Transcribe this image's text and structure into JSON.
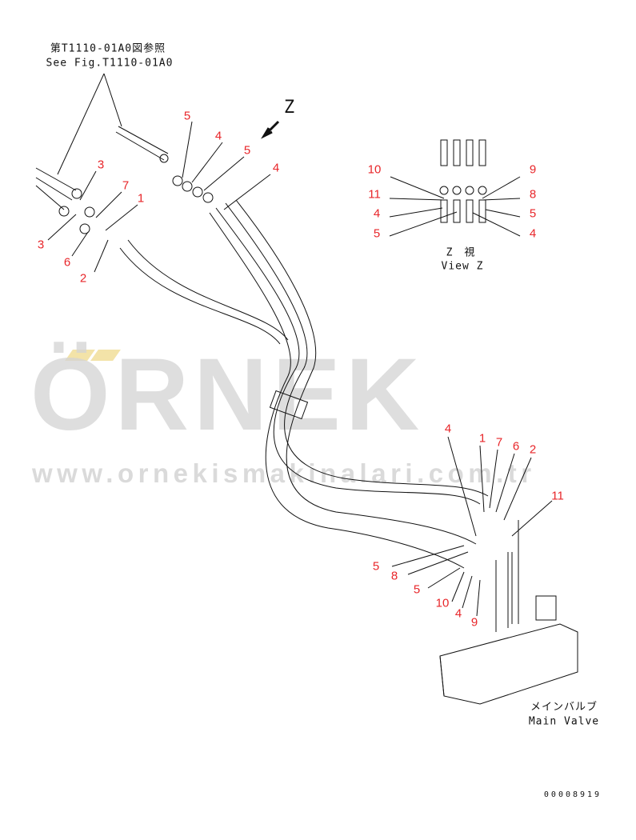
{
  "reference_note": {
    "jp": "第T1110-01A0図参照",
    "en": "See Fig.T1110-01A0"
  },
  "view_marker": "Z",
  "view_z_caption": {
    "jp": "Z　視",
    "en": "View Z"
  },
  "main_valve_caption": {
    "jp": "メインバルブ",
    "en": "Main Valve"
  },
  "drawing_number": "00008919",
  "watermark": {
    "brand": "ÖRNEK",
    "url": "www.ornekismakinalari.com.tr"
  },
  "callouts_top_left": [
    "5",
    "4",
    "5",
    "4",
    "3",
    "7",
    "1",
    "3",
    "6",
    "2"
  ],
  "callouts_view_z": [
    "10",
    "11",
    "4",
    "5",
    "9",
    "8",
    "5",
    "4"
  ],
  "callouts_right": [
    "4",
    "1",
    "7",
    "6",
    "2",
    "11",
    "5",
    "8",
    "5",
    "10",
    "4",
    "9"
  ],
  "colors": {
    "callout": "#e8262a",
    "line": "#111111",
    "watermark": "#d4d4d4"
  }
}
